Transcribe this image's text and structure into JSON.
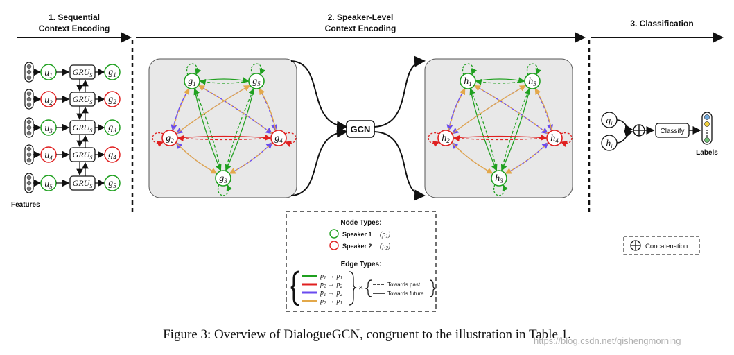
{
  "sections": {
    "s1_line1": "1. Sequential",
    "s1_line2": "Context Encoding",
    "s2_line1": "2. Speaker-Level",
    "s2_line2": "Context Encoding",
    "s3": "3. Classification"
  },
  "features_label": "Features",
  "gru": {
    "main": "GRU",
    "sub": "S"
  },
  "rows": [
    {
      "u": "u",
      "i": "1",
      "g": "g",
      "speaker": 1
    },
    {
      "u": "u",
      "i": "2",
      "g": "g",
      "speaker": 2
    },
    {
      "u": "u",
      "i": "3",
      "g": "g",
      "speaker": 1
    },
    {
      "u": "u",
      "i": "4",
      "g": "g",
      "speaker": 2
    },
    {
      "u": "u",
      "i": "5",
      "g": "g",
      "speaker": 1
    }
  ],
  "graph_left_letter": "g",
  "graph_right_letter": "h",
  "gcn_label": "GCN",
  "legend": {
    "node_types_title": "Node Types:",
    "speaker1": "Speaker 1",
    "speaker1_sym": "(p",
    "speaker2": "Speaker 2",
    "edge_types_title": "Edge Types:",
    "edges": [
      {
        "from": "p",
        "fi": "1",
        "to": "p",
        "ti": "1",
        "color": "#1fa01f"
      },
      {
        "from": "p",
        "fi": "2",
        "to": "p",
        "ti": "2",
        "color": "#e02020"
      },
      {
        "from": "p",
        "fi": "1",
        "to": "p",
        "ti": "2",
        "color": "#6a4bef"
      },
      {
        "from": "p",
        "fi": "2",
        "to": "p",
        "ti": "1",
        "color": "#e3a84a"
      }
    ],
    "times": "×",
    "towards_past": "Towards past",
    "towards_future": "Towards future"
  },
  "classification": {
    "in1": "g",
    "in1_sub": "i",
    "in2": "h",
    "in2_sub": "i",
    "classify": "Classify",
    "labels": "Labels",
    "concat_label": "Concatenation"
  },
  "colors": {
    "speaker1": "#1fa01f",
    "speaker2": "#e02020",
    "p1_to_p2": "#6a4bef",
    "p2_to_p1": "#e3a84a",
    "panel": "#e8e8e8"
  },
  "caption": "Figure 3: Overview of DialogueGCN, congruent to the illustration in Table 1.",
  "watermark": "https://blog.csdn.net/qishengmorning"
}
